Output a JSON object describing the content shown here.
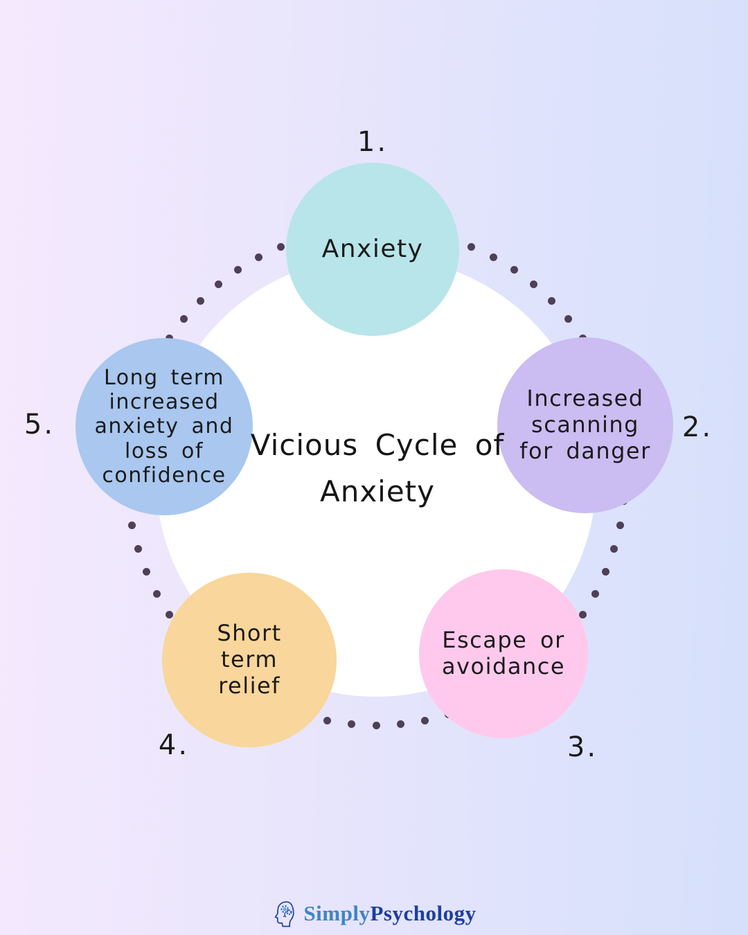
{
  "title": {
    "line1": "Vicious Cycle of",
    "line2": "Anxiety"
  },
  "steps": [
    {
      "number": "1.",
      "lines": [
        "Anxiety"
      ],
      "color": "#b8e5ea"
    },
    {
      "number": "2.",
      "lines": [
        "Increased",
        "scanning",
        "for danger"
      ],
      "color": "#cbbcf2"
    },
    {
      "number": "3.",
      "lines": [
        "Escape or",
        "avoidance"
      ],
      "color": "#ffc9ed"
    },
    {
      "number": "4.",
      "lines": [
        "Short",
        "term",
        "relief"
      ],
      "color": "#f9d69b"
    },
    {
      "number": "5.",
      "lines": [
        "Long term",
        "increased",
        "anxiety and",
        "loss of",
        "confidence"
      ],
      "color": "#a9c7ef"
    }
  ],
  "footer": {
    "brand_part1": "Simply",
    "brand_part2": "Psychology",
    "brand_color1": "#3d85c6",
    "brand_color2": "#1c3fa0"
  },
  "decor": {
    "dot_color": "#4e4057",
    "background_left": "#f5e9fd",
    "background_right": "#d6e0fb",
    "inner_circle_color": "#ffffff"
  }
}
